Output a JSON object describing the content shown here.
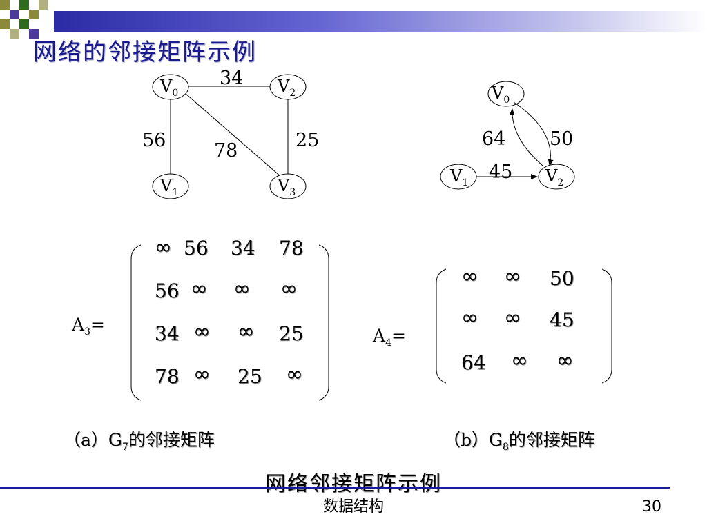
{
  "slide": {
    "title": "网络的邻接矩阵示例",
    "subtitle": "网络邻接矩阵示例",
    "footer": "数据结构",
    "page_number": "30"
  },
  "graph_a": {
    "nodes": [
      {
        "label": "V",
        "sub": "0"
      },
      {
        "label": "V",
        "sub": "2"
      },
      {
        "label": "V",
        "sub": "1"
      },
      {
        "label": "V",
        "sub": "3"
      }
    ],
    "edge_weights": {
      "v0_v2": "34",
      "v0_v1": "56",
      "v0_v3": "78",
      "v2_v3": "25"
    }
  },
  "graph_b": {
    "nodes": [
      {
        "label": "V",
        "sub": "0"
      },
      {
        "label": "V",
        "sub": "1"
      },
      {
        "label": "V",
        "sub": "2"
      }
    ],
    "edge_weights": {
      "w64": "64",
      "w50": "50",
      "w45": "45"
    }
  },
  "matrix_a": {
    "label": "A",
    "label_sub": "3",
    "label_suffix": "=",
    "rows": [
      [
        "∞",
        "56",
        "34",
        "78"
      ],
      [
        "56",
        "∞",
        "∞",
        "∞"
      ],
      [
        "34",
        "∞",
        "∞",
        "25"
      ],
      [
        "78",
        "∞",
        "25",
        "∞"
      ]
    ]
  },
  "matrix_b": {
    "label": "A",
    "label_sub": "4",
    "label_suffix": "=",
    "rows": [
      [
        "∞",
        "∞",
        "50"
      ],
      [
        "∞",
        "∞",
        "45"
      ],
      [
        "64",
        "∞",
        "∞"
      ]
    ]
  },
  "captions": {
    "a": {
      "prefix": "（a）G",
      "sub": "7",
      "suffix": "的邻接矩阵"
    },
    "b": {
      "prefix": "（b）G",
      "sub": "8",
      "suffix": "的邻接矩阵"
    }
  },
  "colors": {
    "accent": "#1c1c9a",
    "title": "#1a1a8c",
    "square_green": "#2f6b1f",
    "square_olive": "#8a8a3a",
    "square_purple": "#4b3a9a"
  }
}
